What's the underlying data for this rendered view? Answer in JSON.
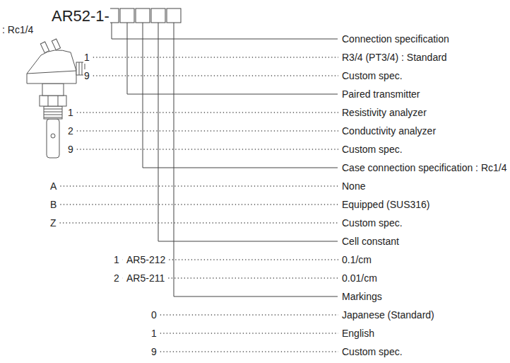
{
  "diagram": {
    "labels": [
      "AR52-1-",
      ": Rc1/4",
      "Connection specification",
      "1",
      "R3/4 (PT3/4) : Standard",
      "9",
      "Custom spec.",
      "Paired transmitter",
      "1",
      "Resistivity analyzer",
      "2",
      "Conductivity analyzer",
      "9",
      "Custom spec.",
      "Case connection specification : Rc1/4",
      "A",
      "None",
      "B",
      "Equipped (SUS316)",
      "Z",
      "Custom spec.",
      "Cell constant",
      "1",
      "AR5-212",
      "0.1/cm",
      "2",
      "AR5-211",
      "0.01/cm",
      "Markings",
      "0",
      "Japanese (Standard)",
      "1",
      "English",
      "9",
      "Custom spec."
    ]
  }
}
